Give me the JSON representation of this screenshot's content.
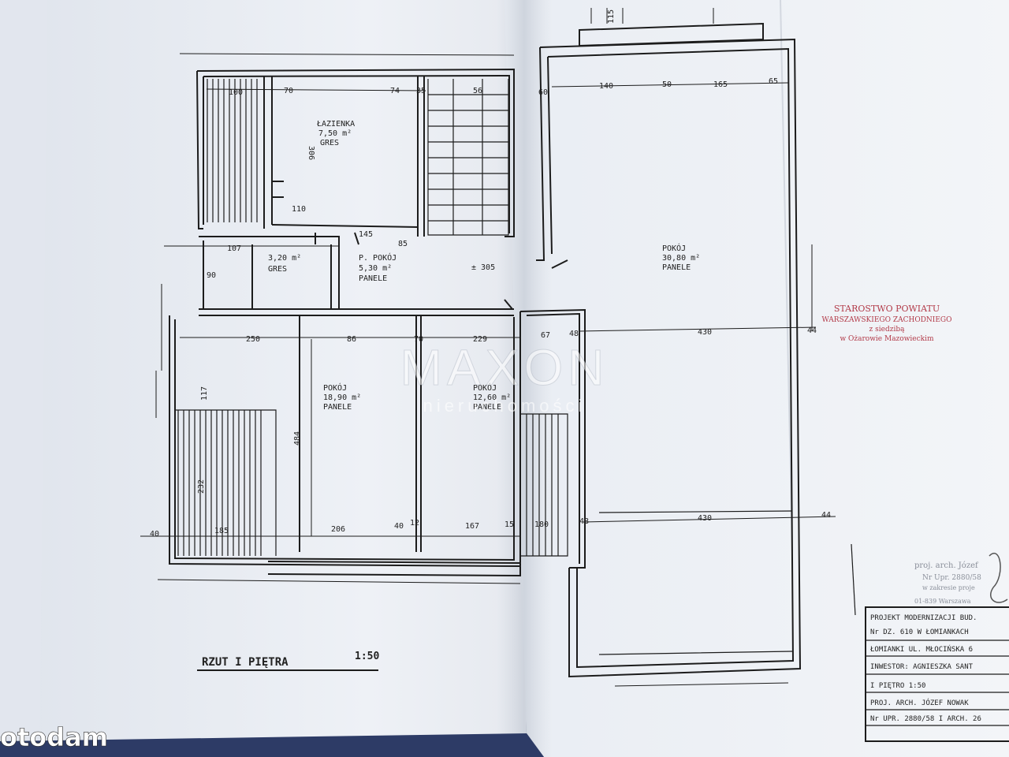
{
  "rooms": {
    "bathroom": {
      "name": "ŁAZIENKA",
      "area": "7,50 m²",
      "floor": "GRES"
    },
    "hall": {
      "area": "3,20 m²",
      "floor": "GRES"
    },
    "small_room": {
      "name": "P. POKÓJ",
      "area": "5,30 m²",
      "floor": "PANELE"
    },
    "room_left": {
      "name": "POKÓJ",
      "area": "18,90 m²",
      "floor": "PANELE"
    },
    "room_mid": {
      "name": "POKÓJ",
      "area": "12,60 m²",
      "floor": "PANELE"
    },
    "room_right": {
      "name": "POKÓJ",
      "area": "30,80 m²",
      "floor": "PANELE"
    }
  },
  "dims": {
    "d100": "100",
    "d70": "70",
    "d74": "74",
    "d35": "35",
    "d56": "56",
    "d306": "306",
    "d110": "110",
    "d145": "145",
    "d85": "85",
    "d107": "107",
    "d90": "90",
    "d305": "± 305",
    "d250": "250",
    "d86": "86",
    "d229": "229",
    "d67": "67",
    "d48": "48",
    "d430a": "430",
    "d430b": "430",
    "d44a": "44",
    "d44b": "44",
    "d117": "117",
    "d232": "232",
    "d484": "484",
    "d185": "185",
    "d206": "206",
    "d40": "40",
    "d167": "167",
    "d15": "15",
    "d180": "180",
    "d140": "140",
    "d50": "50",
    "d165": "165",
    "d65": "65",
    "d115": "115",
    "d60": "60",
    "d12": "12"
  },
  "plan_title": "RZUT I PIĘTRA",
  "plan_scale": "1:50",
  "watermark": {
    "main": "MAXON",
    "sub": "nieruchomości"
  },
  "stamp": {
    "line1": "STAROSTWO POWIATU",
    "line2": "WARSZAWSKIEGO ZACHODNIEGO",
    "line3": "z siedzibą",
    "line4": "w Ożarowie Mazowieckim"
  },
  "architect_stamp": {
    "line1": "proj. arch. Józef",
    "line2": "Nr Upr. 2880/58",
    "line3": "w zakresie proje",
    "line4": "01-839 Warszawa"
  },
  "title_block": {
    "r1": "PROJEKT MODERNIZACJI BUD.",
    "r2": "Nr DZ. 610 W ŁOMIANKACH",
    "r3": "ŁOMIANKI UL. MŁOCIŃSKA 6",
    "r4": "INWESTOR: AGNIESZKA SANT",
    "r5": "I PIĘTRO     1:50",
    "r6": "PROJ. ARCH. JÓZEF NOWAK",
    "r7": "Nr UPR. 2880/58 I ARCH. 26"
  },
  "logo": "otodam"
}
